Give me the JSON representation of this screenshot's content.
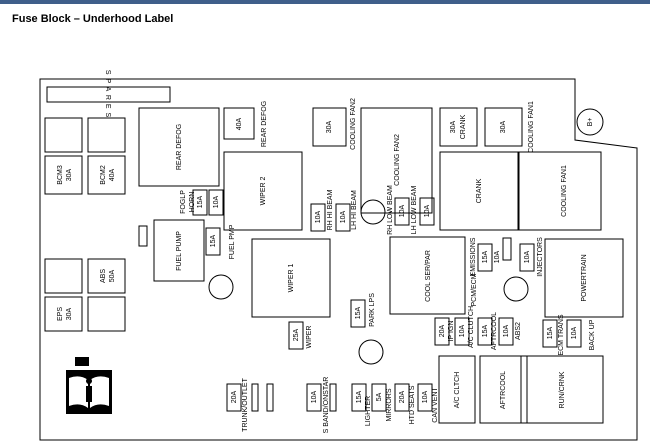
{
  "page": {
    "title": "Fuse Block – Underhood Label"
  },
  "diagram": {
    "spares_label": "S P A R E S",
    "battery_label": "B+",
    "relays": {
      "rear_defog": "REAR DEFOG",
      "wiper_2": "WIPER 2",
      "fuel_pump": "FUEL PUMP",
      "wiper_1": "WIPER 1",
      "cooling_fan2": "COOLING FAN2",
      "crank": "CRANK",
      "cooling_fan1": "COOLING FAN1",
      "cool_ser_par": "COOL SER/PAR",
      "powertrain": "POWERTRAIN",
      "ac_clutch": "A/C CLTCH",
      "aftrcool": "AFTRCOOL",
      "run_crnk": "RUN/CRNK"
    },
    "fuses": {
      "bcm3_label": "BCM3",
      "bcm3_amp": "30A",
      "bcm2_label": "BCM2",
      "bcm2_amp": "40A",
      "abs_label": "ABS",
      "abs_amp": "50A",
      "eps_label": "EPS",
      "eps_amp": "30A",
      "rear_defog_amp": "40A",
      "rear_defog_label": "REAR DEFOG",
      "cooling_fan2_amp": "30A",
      "cooling_fan2_label": "COOLING FAN2",
      "crank_amp": "30A",
      "crank_label": "CRANK",
      "cooling_fan1_amp": "30A",
      "cooling_fan1_label": "COOLING FAN1",
      "foglp_label": "FOGLP",
      "foglp_amp": "15A",
      "horn_label": "HORN",
      "horn_amp": "10A",
      "fuel_pmp_amp": "15A",
      "fuel_pmp_label": "FUEL PMP",
      "rh_hi_beam_amp": "10A",
      "rh_hi_beam_label": "RH HI BEAM",
      "lh_hi_beam_amp": "10A",
      "lh_hi_beam_label": "LH HI BEAM",
      "rh_low_beam_label": "RH LOW BEAM",
      "rh_low_beam_amp": "10A",
      "lh_low_beam_label": "LH LOW BEAM",
      "lh_low_beam_amp": "10A",
      "emissions_label": "EMISSIONS",
      "emissions_amp": "15A",
      "pcm_ecm_label": "PCM/ECM",
      "pcm_ecm_amp": "10A",
      "injectors_amp": "10A",
      "injectors_label": "INJECTORS",
      "park_lps_amp": "15A",
      "park_lps_label": "PARK LPS",
      "wiper_amp": "25A",
      "wiper_label": "WIPER",
      "ip_ign_amp": "20A",
      "ip_ign_label": "IP IGN",
      "ac_clutch_amp": "10A",
      "ac_clutch_label": "A/C CLUTCH",
      "aftrcool_amp": "15A",
      "aftrcool_label": "AFTRCOOL",
      "abs2_amp": "10A",
      "abs2_label": "ABS2",
      "ecm_trans_amp": "15A",
      "ecm_trans_label": "ECM TRANS",
      "back_up_amp": "10A",
      "back_up_label": "BACK UP",
      "trunk_outlet_amp": "20A",
      "trunk_outlet_label": "TRUNK/OUTLET",
      "s_band_amp": "10A",
      "s_band_label": "S BAND/ONSTAR",
      "lighter_amp": "15A",
      "lighter_label": "LIGHTER",
      "mirrors_amp": "5A",
      "mirrors_label": "MIRRORS",
      "htd_seats_amp": "20A",
      "htd_seats_label": "HTD SEATS",
      "can_vent_amp": "10A",
      "can_vent_label": "CAN VENT"
    }
  }
}
